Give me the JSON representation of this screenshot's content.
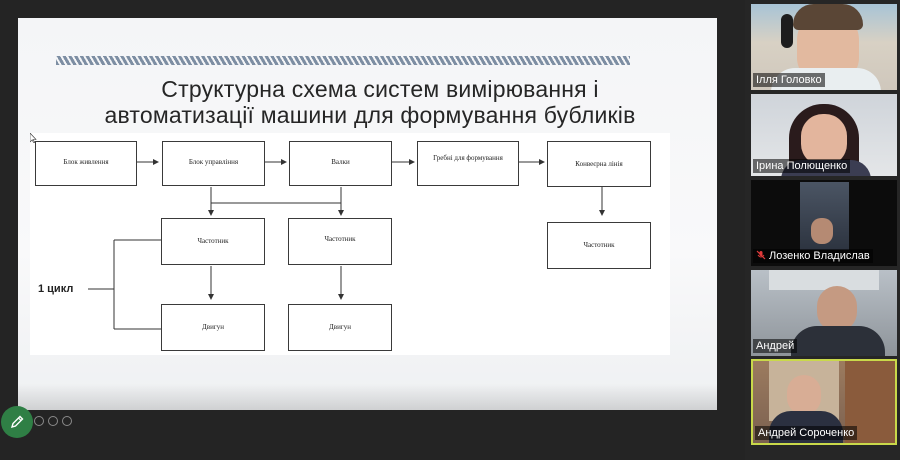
{
  "slide": {
    "title_line1": "Структурна схема систем вимірювання і",
    "title_line2": "автоматизації машини для формування бубликів",
    "blocks": {
      "power": "Блок живлення",
      "control": "Блок управління",
      "rollers": "Валки",
      "combs": "Гребні для формування",
      "conveyor": "Конвеєрна лінія",
      "freq1": "Частотник",
      "freq2": "Частотник",
      "freq3": "Частотник",
      "motor1": "Двигун",
      "motor2": "Двигун"
    },
    "cycle_label": "1 цикл"
  },
  "participants": [
    {
      "name": "Ілля Головко",
      "muted": false
    },
    {
      "name": "Ірина Полющенко",
      "muted": false
    },
    {
      "name": "Лозенко Владислав",
      "muted": true
    },
    {
      "name": "Андрей",
      "muted": false
    },
    {
      "name": "Андрей Сороченко",
      "muted": false,
      "active": true
    }
  ],
  "colors": {
    "active_speaker_border": "#c9d94a",
    "annotate_button": "#2f7f45",
    "muted_mic": "#e23b3b"
  },
  "icons": [
    "pen-icon",
    "mic-off-icon",
    "cursor-icon"
  ]
}
